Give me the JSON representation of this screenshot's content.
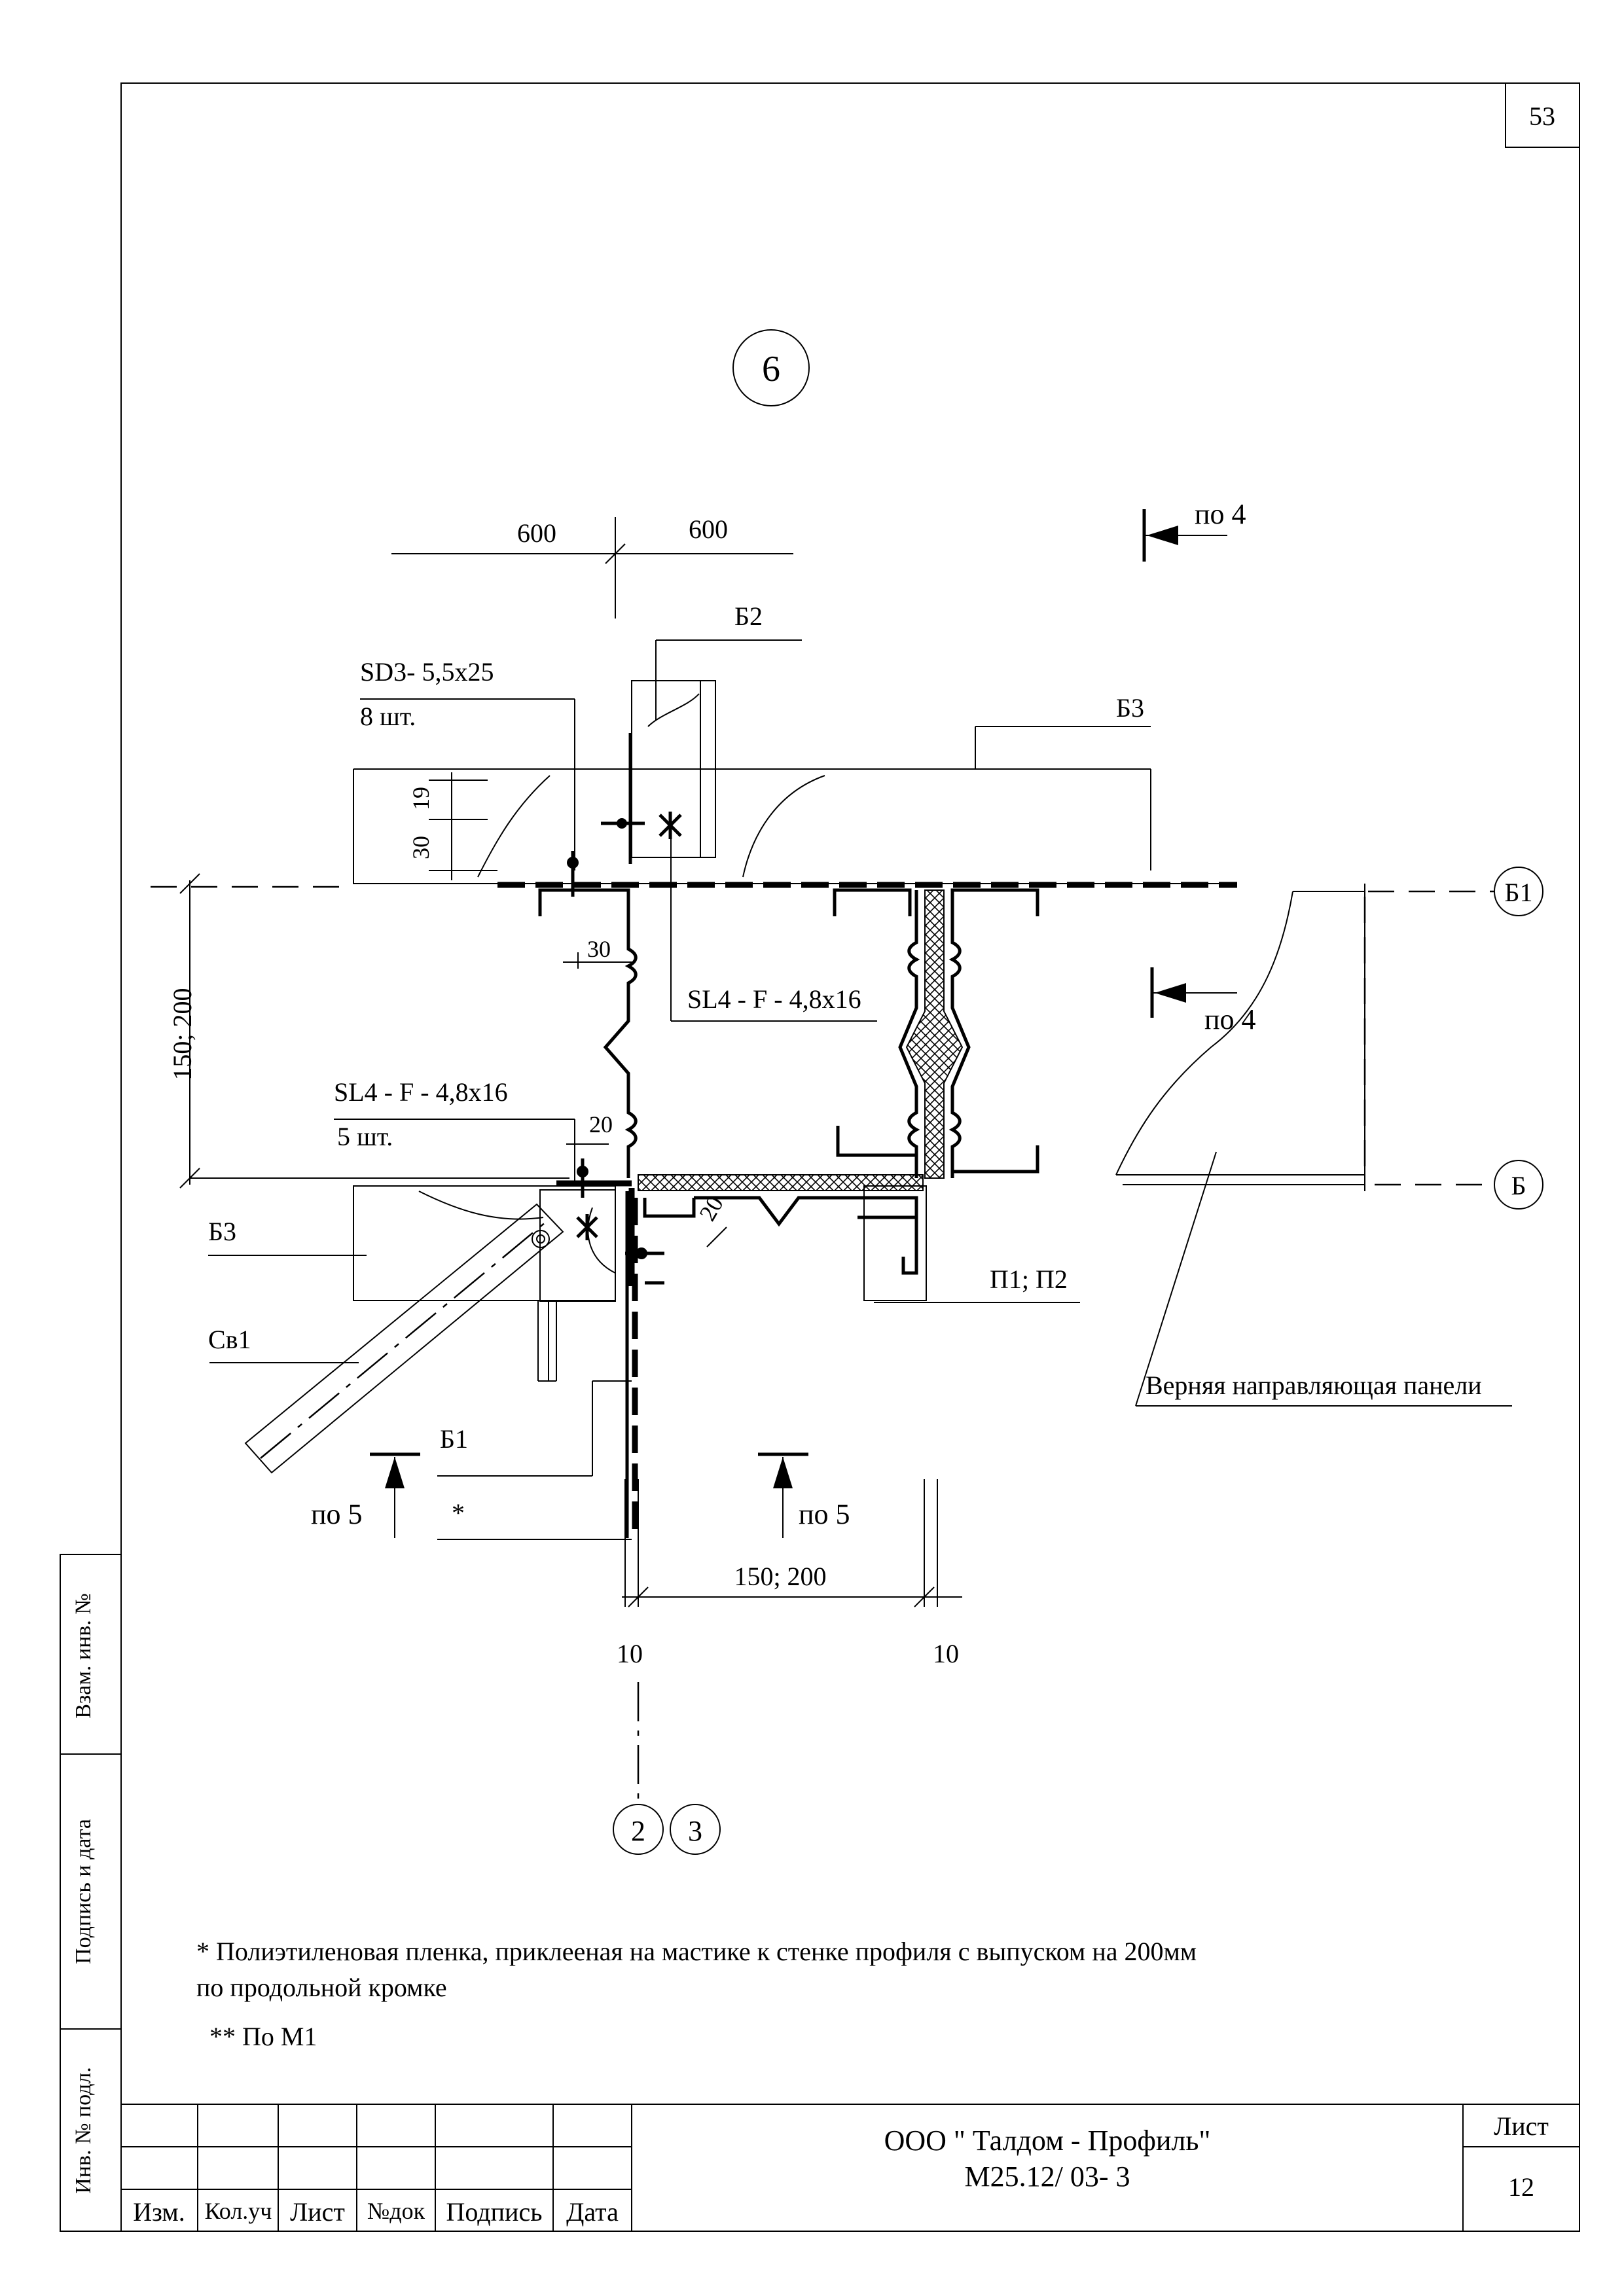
{
  "sheet_number_top": "53",
  "detail_marker": "6",
  "dimensions": {
    "top_left": "600",
    "top_right": "600",
    "left_vertical": "150; 200",
    "d19": "19",
    "d30_left": "30",
    "d30_mid": "30",
    "d20_upper": "20",
    "d20_lower": "20",
    "bottom_span": "150; 200",
    "bottom_left_offset": "10",
    "bottom_right_offset": "10"
  },
  "labels": {
    "b2": "Б2",
    "b3_top": "Б3",
    "b3_left": "Б3",
    "b1": "Б1",
    "sv1": "Св1",
    "p1p2": "П1; П2",
    "screw_sd3": "SD3- 5,5x25",
    "screw_sd3_qty": "8 шт.",
    "screw_sl4_mid": "SL4 - F - 4,8x16",
    "screw_sl4_left": "SL4 - F - 4,8x16",
    "screw_sl4_qty": "5 шт.",
    "star": "*",
    "guide_panel": "Верняя направляющая панели"
  },
  "section_markers": {
    "po4_top": "по 4",
    "po4_mid": "по 4",
    "po5_left": "по 5",
    "po5_right": "по 5"
  },
  "axes": {
    "b1": "Б1",
    "b": "Б",
    "axis2": "2",
    "axis3": "3"
  },
  "notes": {
    "note1_line1": "* Полиэтиленовая пленка, приклееная на мастике к стенке профиля с выпуском на 200мм",
    "note1_line2": "по  продольной кромке",
    "note2": "** По М1"
  },
  "margin_stamps": {
    "vzam": "Взам. инв. №",
    "podpis": "Подпись и дата",
    "inv": "Инв. № подл."
  },
  "title_block": {
    "col_izm": "Изм.",
    "col_kol": "Кол.уч",
    "col_list": "Лист",
    "col_ndok": "№док",
    "col_podpis": "Подпись",
    "col_data": "Дата",
    "company": "ООО \" Талдом - Профиль\"",
    "doc_code": "М25.12/ 03- 3",
    "sheet_label": "Лист",
    "sheet_no": "12"
  }
}
